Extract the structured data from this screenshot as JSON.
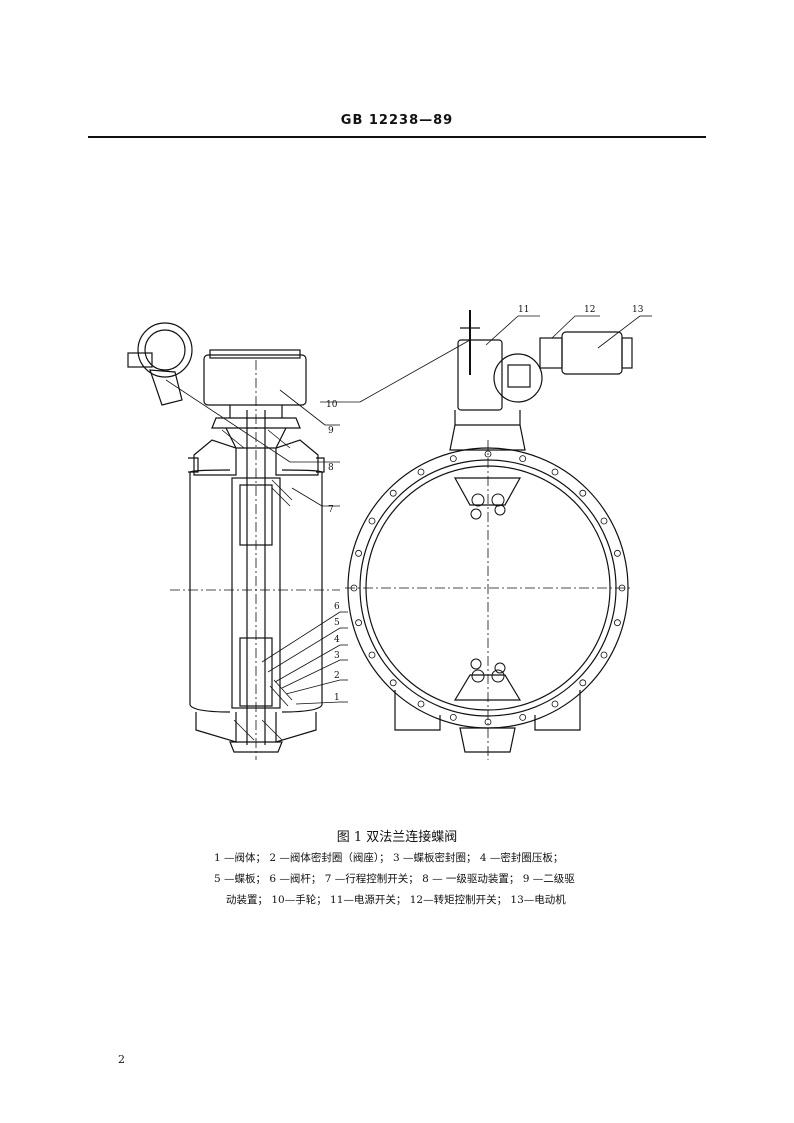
{
  "header": {
    "standard_number": "GB 12238—89"
  },
  "figure": {
    "title": "图 1   双法兰连接蝶阀",
    "legend_lines": [
      "1 —阀体； 2 —阀体密封圈（阀座）； 3 —蝶板密封圈； 4 —密封圈压板；",
      "5 —蝶板； 6 —阀杆； 7 —行程控制开关； 8 — 一级驱动装置； 9 —二级驱",
      "动装置； 10—手轮； 11—电源开关； 12—转矩控制开关； 13—电动机"
    ],
    "callouts": {
      "n1": "1",
      "n2": "2",
      "n3": "3",
      "n4": "4",
      "n5": "5",
      "n6": "6",
      "n7": "7",
      "n8": "8",
      "n9": "9",
      "n10": "10",
      "n11": "11",
      "n12": "12",
      "n13": "13"
    }
  },
  "footer": {
    "page_number": "2"
  }
}
